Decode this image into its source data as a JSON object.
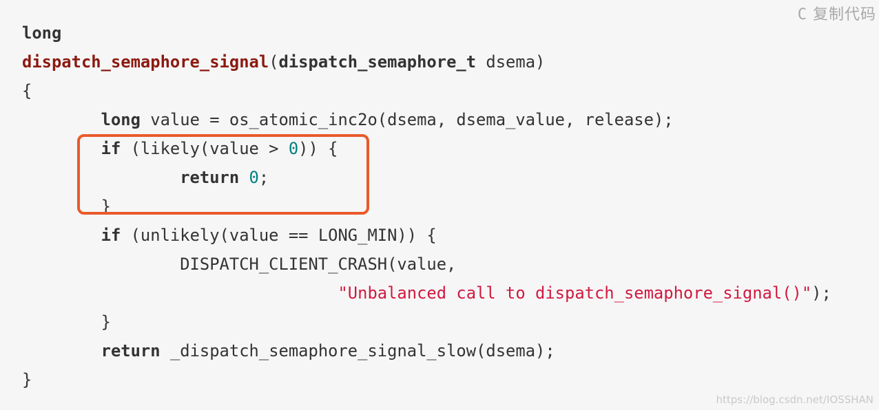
{
  "copy_button": {
    "icon_letter": "C",
    "label": "复制代码"
  },
  "colors": {
    "background": "#f6f6f7",
    "text": "#333333",
    "function_name": "#8b1a10",
    "number": "#008080",
    "string": "#d1193e",
    "highlight_border": "#ea5a2a"
  },
  "code": {
    "line1": "long",
    "line2_fn": "dispatch_semaphore_signal",
    "line2_open": "(",
    "line2_type": "dispatch_semaphore_t",
    "line2_rest": " dsema)",
    "line3": "{",
    "line4_indent": "        ",
    "line4_kw": "long",
    "line4_rest": " value = os_atomic_inc2o(dsema, dsema_value, release);",
    "line5_indent": "        ",
    "line5_kw": "if",
    "line5_mid": " (likely(value > ",
    "line5_num": "0",
    "line5_end": ")) {",
    "line6_indent": "                ",
    "line6_kw": "return",
    "line6_sp": " ",
    "line6_num": "0",
    "line6_end": ";",
    "line7": "        }",
    "line8_indent": "        ",
    "line8_kw": "if",
    "line8_rest": " (unlikely(value == LONG_MIN)) {",
    "line9": "                DISPATCH_CLIENT_CRASH(value,",
    "line10_indent": "                                ",
    "line10_str": "\"Unbalanced call to dispatch_semaphore_signal()\"",
    "line10_end": ");",
    "line11": "        }",
    "line12_indent": "        ",
    "line12_kw": "return",
    "line12_rest": " _dispatch_semaphore_signal_slow(dsema);",
    "line13": "}"
  },
  "watermark": "https://blog.csdn.net/IOSSHAN"
}
